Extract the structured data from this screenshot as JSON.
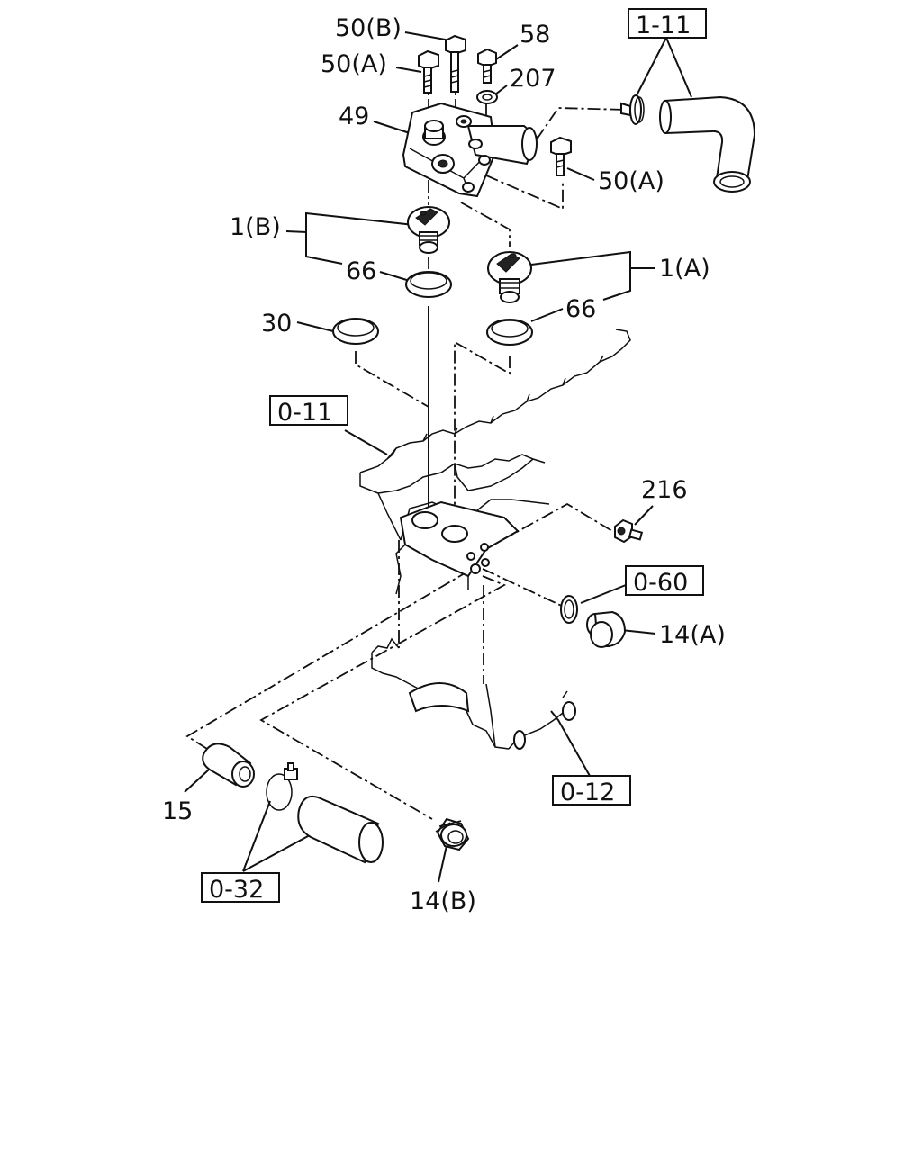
{
  "labels": {
    "p50b": "50(B)",
    "p58": "58",
    "p50a_top": "50(A)",
    "p207": "207",
    "p49": "49",
    "p50a_right": "50(A)",
    "p1b": "1(B)",
    "p66_left": "66",
    "p1a": "1(A)",
    "p66_right": "66",
    "p30": "30",
    "p216": "216",
    "p14a": "14(A)",
    "p15": "15",
    "p14b": "14(B)"
  },
  "refs": {
    "r1_11": "1-11",
    "r0_11": "0-11",
    "r0_60": "0-60",
    "r0_12": "0-12",
    "r0_32": "0-32"
  },
  "colors": {
    "line": "#111111",
    "background": "#ffffff"
  }
}
